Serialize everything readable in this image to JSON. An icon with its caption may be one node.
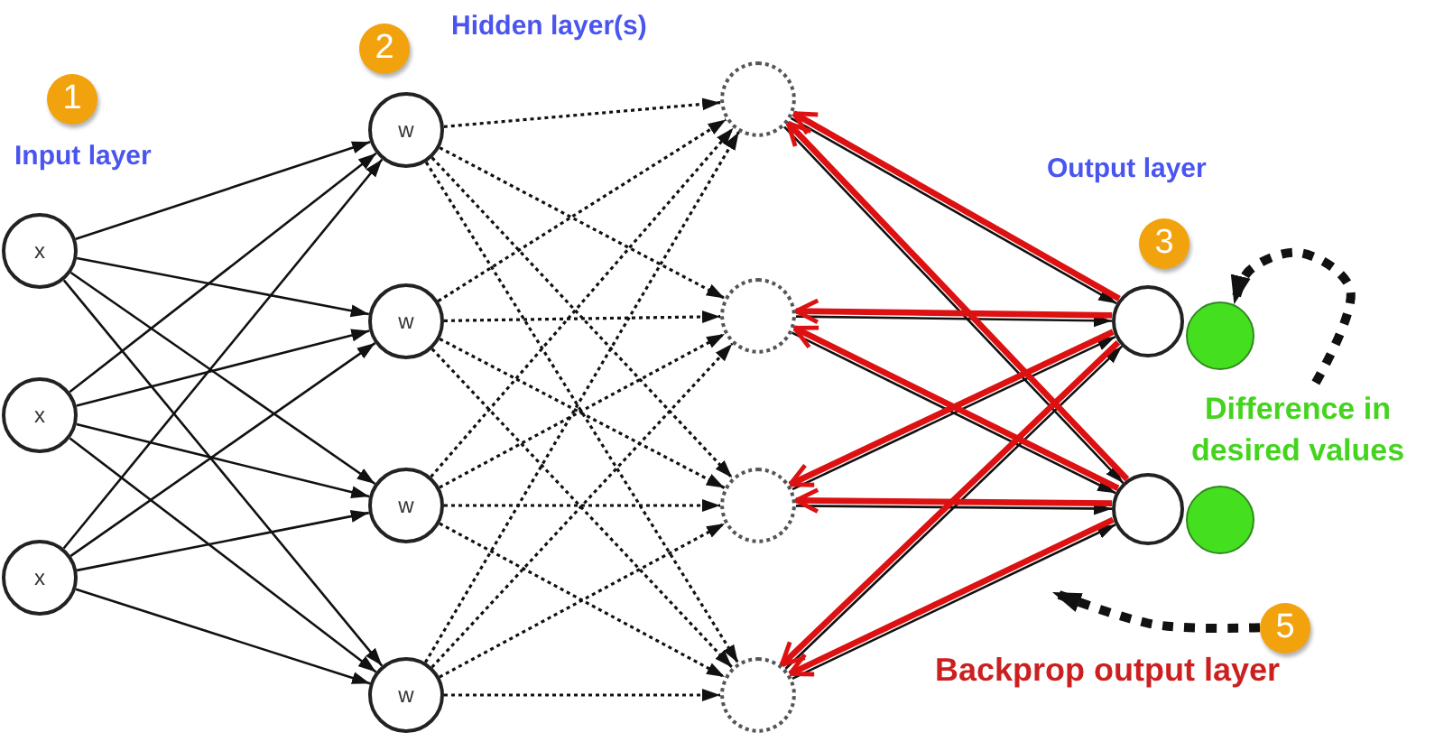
{
  "diagram": {
    "nodes": [
      {
        "text": [
          "x"
        ]
      },
      {
        "text": [
          "x"
        ]
      },
      {
        "text": [
          "x"
        ]
      },
      {
        "text": [
          "w"
        ]
      },
      {
        "text": [
          "w"
        ]
      },
      {
        "text": [
          "w"
        ]
      },
      {
        "text": [
          "w"
        ]
      },
      {
        "text": [],
        "shape": "circle"
      },
      {
        "text": [],
        "shape": "circle"
      },
      {
        "text": [],
        "shape": "circle"
      },
      {
        "text": [],
        "shape": "circle"
      },
      {
        "text": [],
        "shape": "circle"
      },
      {
        "text": [],
        "shape": "circle"
      },
      {
        "text": [],
        "shape": "circle"
      },
      {
        "text": [],
        "shape": "circle"
      },
      {
        "text": [
          "1"
        ]
      },
      {
        "text": [
          "2"
        ]
      },
      {
        "text": [
          "3"
        ]
      },
      {
        "text": [
          "5"
        ]
      },
      {
        "text": [
          "Difference in desired values"
        ]
      }
    ],
    "edges": [
      {
        "from": 0,
        "to": 3,
        "arrow": "to"
      },
      {
        "from": 0,
        "to": 4,
        "arrow": "to"
      },
      {
        "from": 0,
        "to": 5,
        "arrow": "to"
      },
      {
        "from": 0,
        "to": 6,
        "arrow": "to"
      },
      {
        "from": 1,
        "to": 3,
        "arrow": "to"
      },
      {
        "from": 1,
        "to": 4,
        "arrow": "to"
      },
      {
        "from": 1,
        "to": 5,
        "arrow": "to"
      },
      {
        "from": 1,
        "to": 6,
        "arrow": "to"
      },
      {
        "from": 2,
        "to": 3,
        "arrow": "to"
      },
      {
        "from": 2,
        "to": 4,
        "arrow": "to"
      },
      {
        "from": 2,
        "to": 5,
        "arrow": "to"
      },
      {
        "from": 2,
        "to": 6,
        "arrow": "to"
      },
      {
        "from": 3,
        "to": 7,
        "arrow": "to",
        "style": "dashed"
      },
      {
        "from": 3,
        "to": 8,
        "arrow": "to",
        "style": "dashed"
      },
      {
        "from": 3,
        "to": 9,
        "arrow": "to",
        "style": "dashed"
      },
      {
        "from": 3,
        "to": 10,
        "arrow": "to",
        "style": "dashed"
      },
      {
        "from": 4,
        "to": 7,
        "arrow": "to",
        "style": "dashed"
      },
      {
        "from": 4,
        "to": 8,
        "arrow": "to",
        "style": "dashed"
      },
      {
        "from": 4,
        "to": 9,
        "arrow": "to",
        "style": "dashed"
      },
      {
        "from": 4,
        "to": 10,
        "arrow": "to",
        "style": "dashed"
      },
      {
        "from": 5,
        "to": 7,
        "arrow": "to",
        "style": "dashed"
      },
      {
        "from": 5,
        "to": 8,
        "arrow": "to",
        "style": "dashed"
      },
      {
        "from": 5,
        "to": 9,
        "arrow": "to",
        "style": "dashed"
      },
      {
        "from": 5,
        "to": 10,
        "arrow": "to",
        "style": "dashed"
      },
      {
        "from": 6,
        "to": 7,
        "arrow": "to",
        "style": "dashed"
      },
      {
        "from": 6,
        "to": 8,
        "arrow": "to",
        "style": "dashed"
      },
      {
        "from": 6,
        "to": 9,
        "arrow": "to",
        "style": "dashed"
      },
      {
        "from": 6,
        "to": 10,
        "arrow": "to",
        "style": "dashed"
      },
      {
        "from": 7,
        "to": 11,
        "arrow": "to"
      },
      {
        "from": 7,
        "to": 12,
        "arrow": "to"
      },
      {
        "from": 8,
        "to": 11,
        "arrow": "to"
      },
      {
        "from": 8,
        "to": 12,
        "arrow": "to"
      },
      {
        "from": 9,
        "to": 11,
        "arrow": "to"
      },
      {
        "from": 9,
        "to": 12,
        "arrow": "to"
      },
      {
        "from": 10,
        "to": 11,
        "arrow": "to"
      },
      {
        "from": 10,
        "to": 12,
        "arrow": "to"
      },
      {
        "from": 11,
        "to": 7,
        "arrow": "to",
        "style": "thick",
        "color": "#dd1111"
      },
      {
        "from": 11,
        "to": 8,
        "arrow": "to",
        "style": "thick",
        "color": "#dd1111"
      },
      {
        "from": 11,
        "to": 9,
        "arrow": "to",
        "style": "thick",
        "color": "#dd1111"
      },
      {
        "from": 11,
        "to": 10,
        "arrow": "to",
        "style": "thick",
        "color": "#dd1111"
      },
      {
        "from": 12,
        "to": 7,
        "arrow": "to",
        "style": "thick",
        "color": "#dd1111"
      },
      {
        "from": 12,
        "to": 8,
        "arrow": "to",
        "style": "thick",
        "color": "#dd1111"
      },
      {
        "from": 12,
        "to": 9,
        "arrow": "to",
        "style": "thick",
        "color": "#dd1111"
      },
      {
        "from": 12,
        "to": 10,
        "arrow": "to",
        "style": "thick",
        "color": "#dd1111"
      },
      {
        "from": 19,
        "to": 13,
        "arrow": "to",
        "style": "dashed"
      },
      {
        "from": 18,
        "to": null,
        "arrow": "to",
        "style": "dashed"
      }
    ],
    "labels": [
      "Hidden layer(s)",
      "Input layer",
      "Output layer",
      "Backprop output layer"
    ]
  }
}
